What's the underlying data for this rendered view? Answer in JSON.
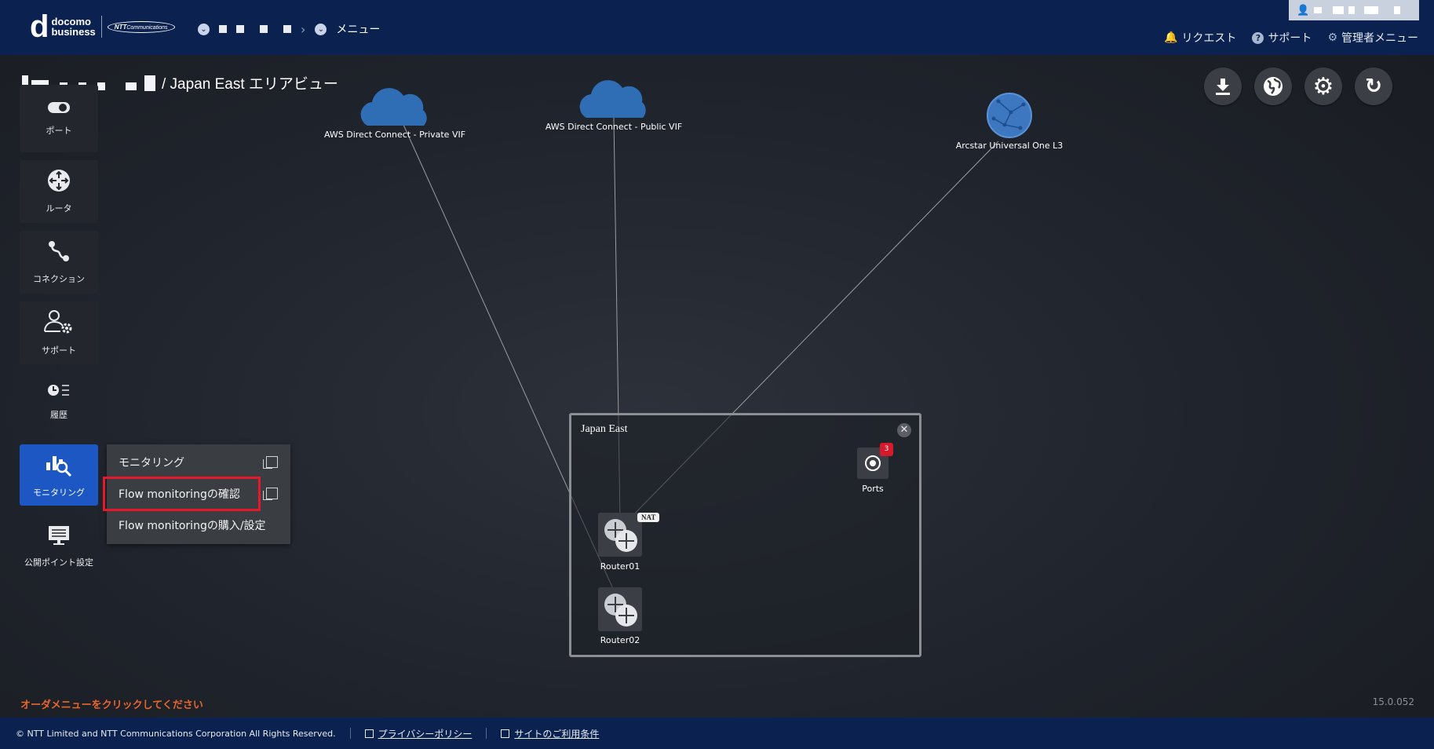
{
  "header": {
    "logo_mark": "d",
    "logo_line1": "docomo",
    "logo_line2": "business",
    "ntt_main": "NTT",
    "ntt_sub": "Communications",
    "breadcrumb_menu": "メニュー",
    "links": {
      "request": "リクエスト",
      "support": "サポート",
      "admin_menu": "管理者メニュー"
    }
  },
  "page": {
    "title": "/ Japan East エリアビュー"
  },
  "side_nav": [
    {
      "label": "ポート",
      "icon": "toggle-icon",
      "active": false
    },
    {
      "label": "ルータ",
      "icon": "router-icon",
      "active": false
    },
    {
      "label": "コネクション",
      "icon": "connection-icon",
      "active": false
    },
    {
      "label": "サポート",
      "icon": "user-gear-icon",
      "active": false
    },
    {
      "label": "履歴",
      "icon": "history-icon",
      "active": false
    },
    {
      "label": "モニタリング",
      "icon": "monitoring-icon",
      "active": true
    },
    {
      "label": "公開ポイント設定",
      "icon": "monitor-icon",
      "active": false
    }
  ],
  "monitoring_menu": {
    "items": [
      {
        "label": "モニタリング",
        "external": true
      },
      {
        "label": "Flow monitoringの確認",
        "external": true,
        "highlighted": true
      },
      {
        "label": "Flow monitoringの購入/設定",
        "external": false
      }
    ]
  },
  "network": {
    "clouds": [
      {
        "label": "AWS Direct Connect - Private VIF"
      },
      {
        "label": "AWS Direct Connect - Public VIF"
      },
      {
        "label": "Arcstar Universal One L3"
      }
    ],
    "area": {
      "title": "Japan East",
      "routers": [
        {
          "label": "Router01",
          "badge": "NAT"
        },
        {
          "label": "Router02"
        }
      ],
      "ports": {
        "label": "Ports",
        "count": "3"
      }
    },
    "colors": {
      "cloud": "#2f6db5",
      "globe": "#3c77c0",
      "link": "#9a9da2"
    }
  },
  "hint": "オーダメニューをクリックしてください",
  "version": "15.0.052",
  "footer": {
    "copyright": "© NTT Limited and NTT Communications Corporation All Rights Reserved.",
    "privacy": "プライバシーポリシー",
    "terms": "サイトのご利用条件"
  }
}
